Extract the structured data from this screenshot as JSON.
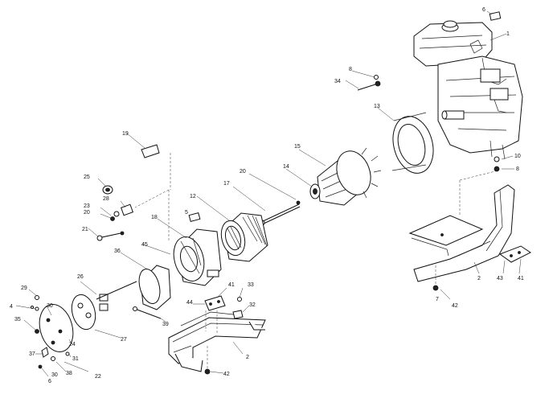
{
  "labels": [
    {
      "id": "l-6-top",
      "text": "6"
    },
    {
      "id": "l-1",
      "text": "1"
    },
    {
      "id": "l-8-top",
      "text": "8"
    },
    {
      "id": "l-34",
      "text": "34"
    },
    {
      "id": "l-13",
      "text": "13"
    },
    {
      "id": "l-19",
      "text": "19"
    },
    {
      "id": "l-15",
      "text": "15"
    },
    {
      "id": "l-14",
      "text": "14"
    },
    {
      "id": "l-10",
      "text": "10"
    },
    {
      "id": "l-8-right",
      "text": "8"
    },
    {
      "id": "l-25",
      "text": "25"
    },
    {
      "id": "l-28",
      "text": "28"
    },
    {
      "id": "l-20-mid",
      "text": "20"
    },
    {
      "id": "l-17",
      "text": "17"
    },
    {
      "id": "l-12",
      "text": "12"
    },
    {
      "id": "l-23",
      "text": "23"
    },
    {
      "id": "l-20-left",
      "text": "20"
    },
    {
      "id": "l-18",
      "text": "18"
    },
    {
      "id": "l-5",
      "text": "5"
    },
    {
      "id": "l-21",
      "text": "21"
    },
    {
      "id": "l-45",
      "text": "45"
    },
    {
      "id": "l-36",
      "text": "36"
    },
    {
      "id": "l-2-right",
      "text": "2"
    },
    {
      "id": "l-43",
      "text": "43"
    },
    {
      "id": "l-41-right",
      "text": "41"
    },
    {
      "id": "l-26",
      "text": "26"
    },
    {
      "id": "l-41-mid",
      "text": "41"
    },
    {
      "id": "l-33",
      "text": "33"
    },
    {
      "id": "l-7",
      "text": "7"
    },
    {
      "id": "l-42-right",
      "text": "42"
    },
    {
      "id": "l-29",
      "text": "29"
    },
    {
      "id": "l-32",
      "text": "32"
    },
    {
      "id": "l-44",
      "text": "44"
    },
    {
      "id": "l-4",
      "text": "4"
    },
    {
      "id": "l-30-top",
      "text": "30"
    },
    {
      "id": "l-39",
      "text": "39"
    },
    {
      "id": "l-35",
      "text": "35"
    },
    {
      "id": "l-27",
      "text": "27"
    },
    {
      "id": "l-24",
      "text": "24"
    },
    {
      "id": "l-37",
      "text": "37"
    },
    {
      "id": "l-31",
      "text": "31"
    },
    {
      "id": "l-2-left",
      "text": "2"
    },
    {
      "id": "l-38",
      "text": "38"
    },
    {
      "id": "l-30-bot",
      "text": "30"
    },
    {
      "id": "l-22",
      "text": "22"
    },
    {
      "id": "l-6-bot",
      "text": "6"
    },
    {
      "id": "l-42-bot",
      "text": "42"
    }
  ]
}
